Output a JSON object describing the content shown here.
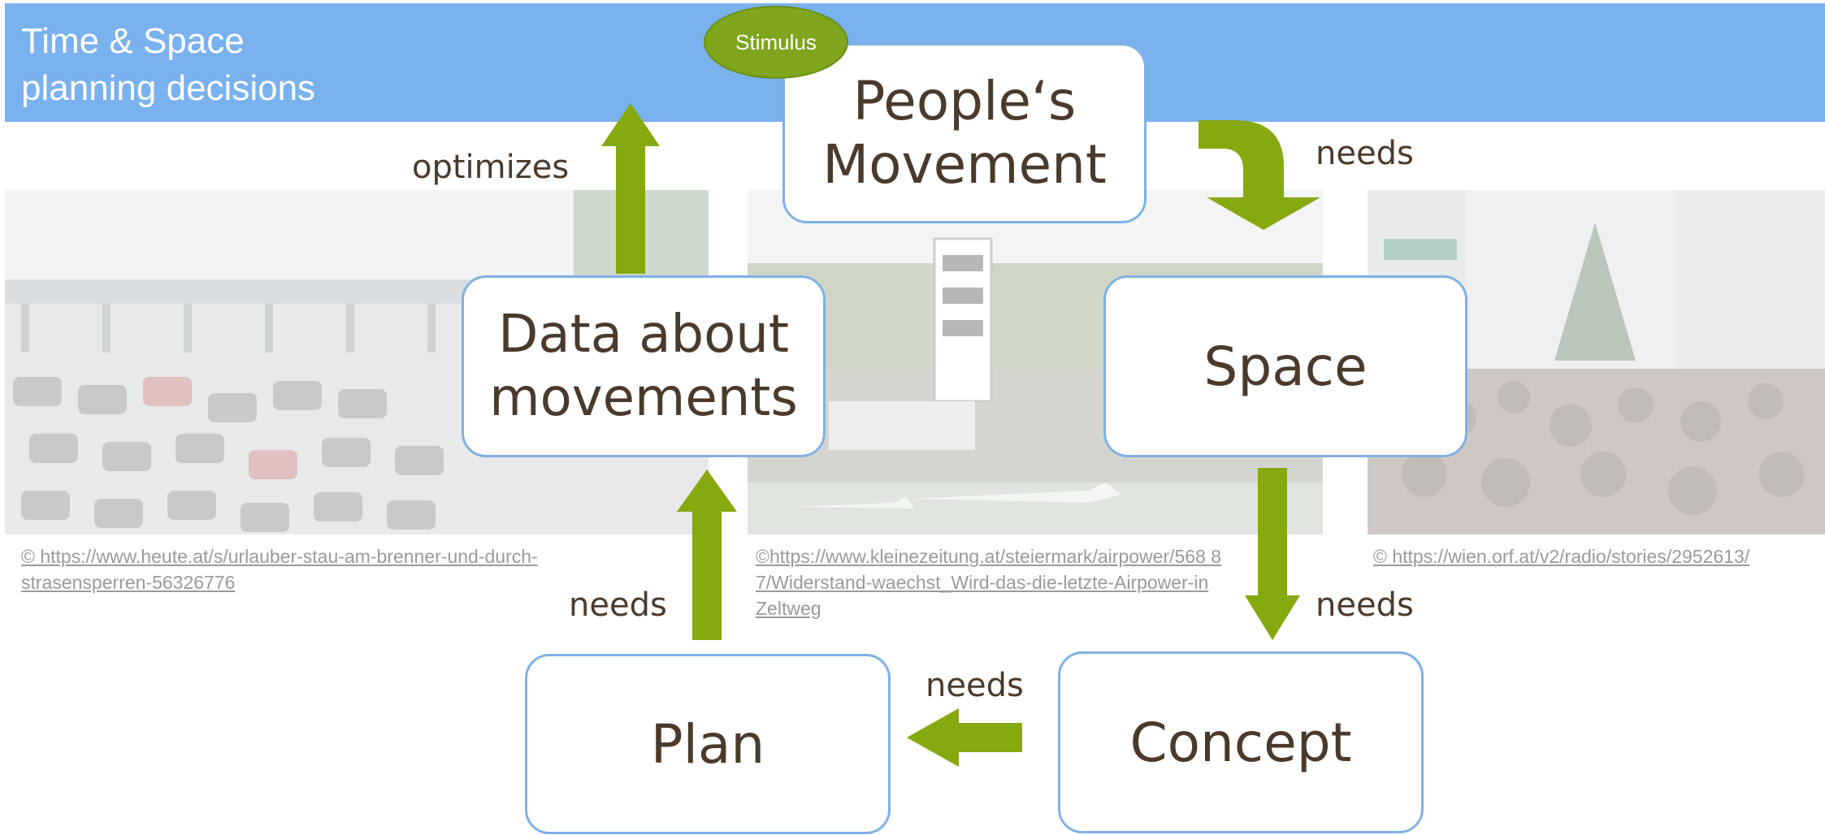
{
  "header": {
    "title": "Time & Space\nplanning decisions",
    "background": "#7ab1ef"
  },
  "stimulus": {
    "label": "Stimulus",
    "color": "#7ea51c"
  },
  "nodes": {
    "movement": "People‘s\nMovement",
    "space": "Space",
    "concept": "Concept",
    "plan": "Plan",
    "data": "Data about\nmovements"
  },
  "edges": {
    "movement_to_space": "needs",
    "space_to_concept": "needs",
    "concept_to_plan": "needs",
    "plan_to_data": "needs",
    "data_to_movement": "optimizes"
  },
  "credits": {
    "traffic": "© https://www.heute.at/s/urlauber-stau-am-brenner-und-durch-\nstrasensperren-56326776",
    "airfield": "©https://www.kleinezeitung.at/steiermark/airpower/568  8\n7/Widerstand-waechst_Wird-das-die-letzte-Airpower-in\nZeltweg",
    "crowd": "© https://wien.orf.at/v2/radio/stories/2952613/"
  },
  "colors": {
    "arrow": "#86a90f",
    "node_border": "#7fb1e4",
    "node_text": "#4a3a2c"
  }
}
